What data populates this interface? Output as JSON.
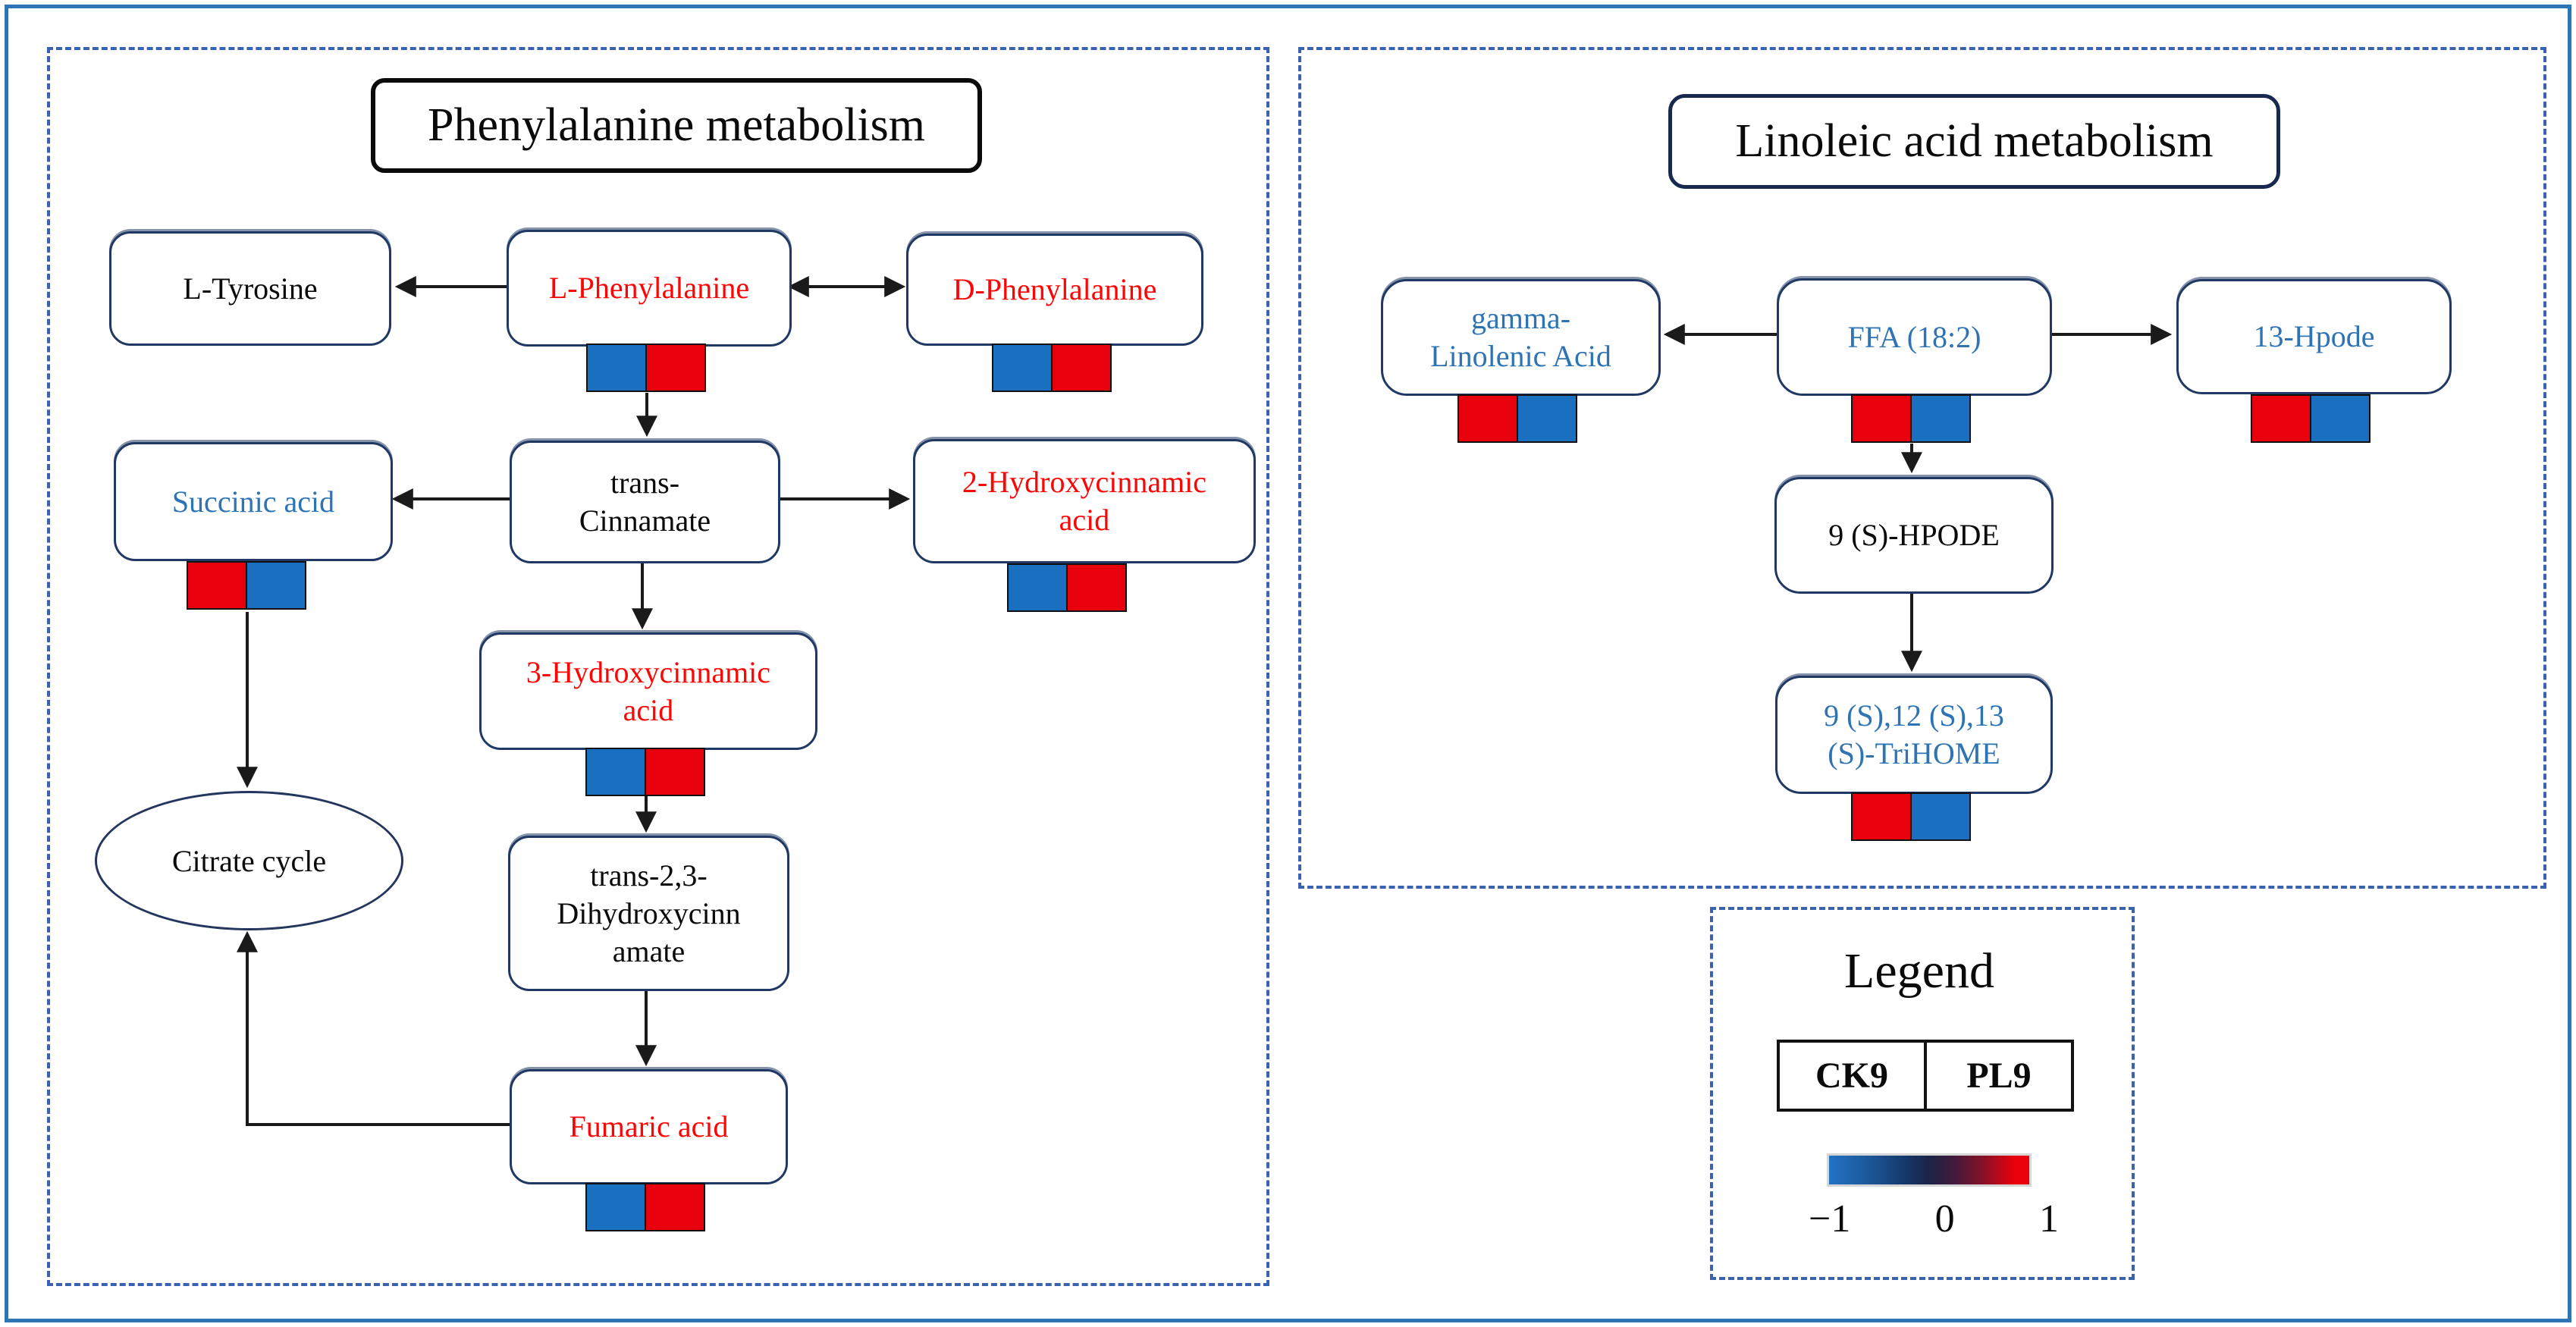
{
  "colors": {
    "heat_blue": "#1a6fc0",
    "heat_red": "#e8000d",
    "text_red": "#fe0505",
    "text_blue": "#2e74b5",
    "node_border": "#1f3864",
    "panel_dash": "#3a62b0",
    "outer_border": "#2e75b6"
  },
  "panels": {
    "phenylalanine": {
      "title": "Phenylalanine metabolism",
      "nodes": {
        "l_tyrosine": {
          "label": "L-Tyrosine",
          "text_color": "black",
          "heatmap": null
        },
        "l_phenylalanine": {
          "label": "L-Phenylalanine",
          "text_color": "red",
          "heatmap": [
            "blue",
            "red"
          ]
        },
        "d_phenylalanine": {
          "label": "D-Phenylalanine",
          "text_color": "red",
          "heatmap": [
            "blue",
            "red"
          ]
        },
        "succinic_acid": {
          "label": "Succinic acid",
          "text_color": "blue",
          "heatmap": [
            "red",
            "blue"
          ]
        },
        "trans_cinnamate": {
          "label": "trans-\nCinnamate",
          "text_color": "black",
          "heatmap": null
        },
        "hydroxy2": {
          "label": "2-Hydroxycinnamic\nacid",
          "text_color": "red",
          "heatmap": [
            "blue",
            "red"
          ]
        },
        "hydroxy3": {
          "label": "3-Hydroxycinnamic\nacid",
          "text_color": "red",
          "heatmap": [
            "blue",
            "red"
          ]
        },
        "trans23": {
          "label": "trans-2,3-\nDihydroxycinn\namate",
          "text_color": "black",
          "heatmap": null
        },
        "citrate_cycle": {
          "label": "Citrate cycle",
          "text_color": "black",
          "heatmap": null
        },
        "fumaric_acid": {
          "label": "Fumaric acid",
          "text_color": "red",
          "heatmap": [
            "blue",
            "red"
          ]
        }
      }
    },
    "linoleic": {
      "title": "Linoleic acid metabolism",
      "nodes": {
        "gamma_linolenic": {
          "label": "gamma-\nLinolenic Acid",
          "text_color": "blue",
          "heatmap": [
            "red",
            "blue"
          ]
        },
        "ffa_18_2": {
          "label": "FFA (18:2)",
          "text_color": "blue",
          "heatmap": [
            "red",
            "blue"
          ]
        },
        "hpode13": {
          "label": "13-Hpode",
          "text_color": "blue",
          "heatmap": [
            "red",
            "blue"
          ]
        },
        "hpode9": {
          "label": "9 (S)-HPODE",
          "text_color": "black",
          "heatmap": null
        },
        "trihome": {
          "label": "9 (S),12 (S),13\n(S)-TriHOME",
          "text_color": "blue",
          "heatmap": [
            "red",
            "blue"
          ]
        }
      }
    }
  },
  "legend": {
    "title": "Legend",
    "columns": [
      "CK9",
      "PL9"
    ],
    "scale_ticks": [
      "−1",
      "0",
      "1"
    ]
  }
}
